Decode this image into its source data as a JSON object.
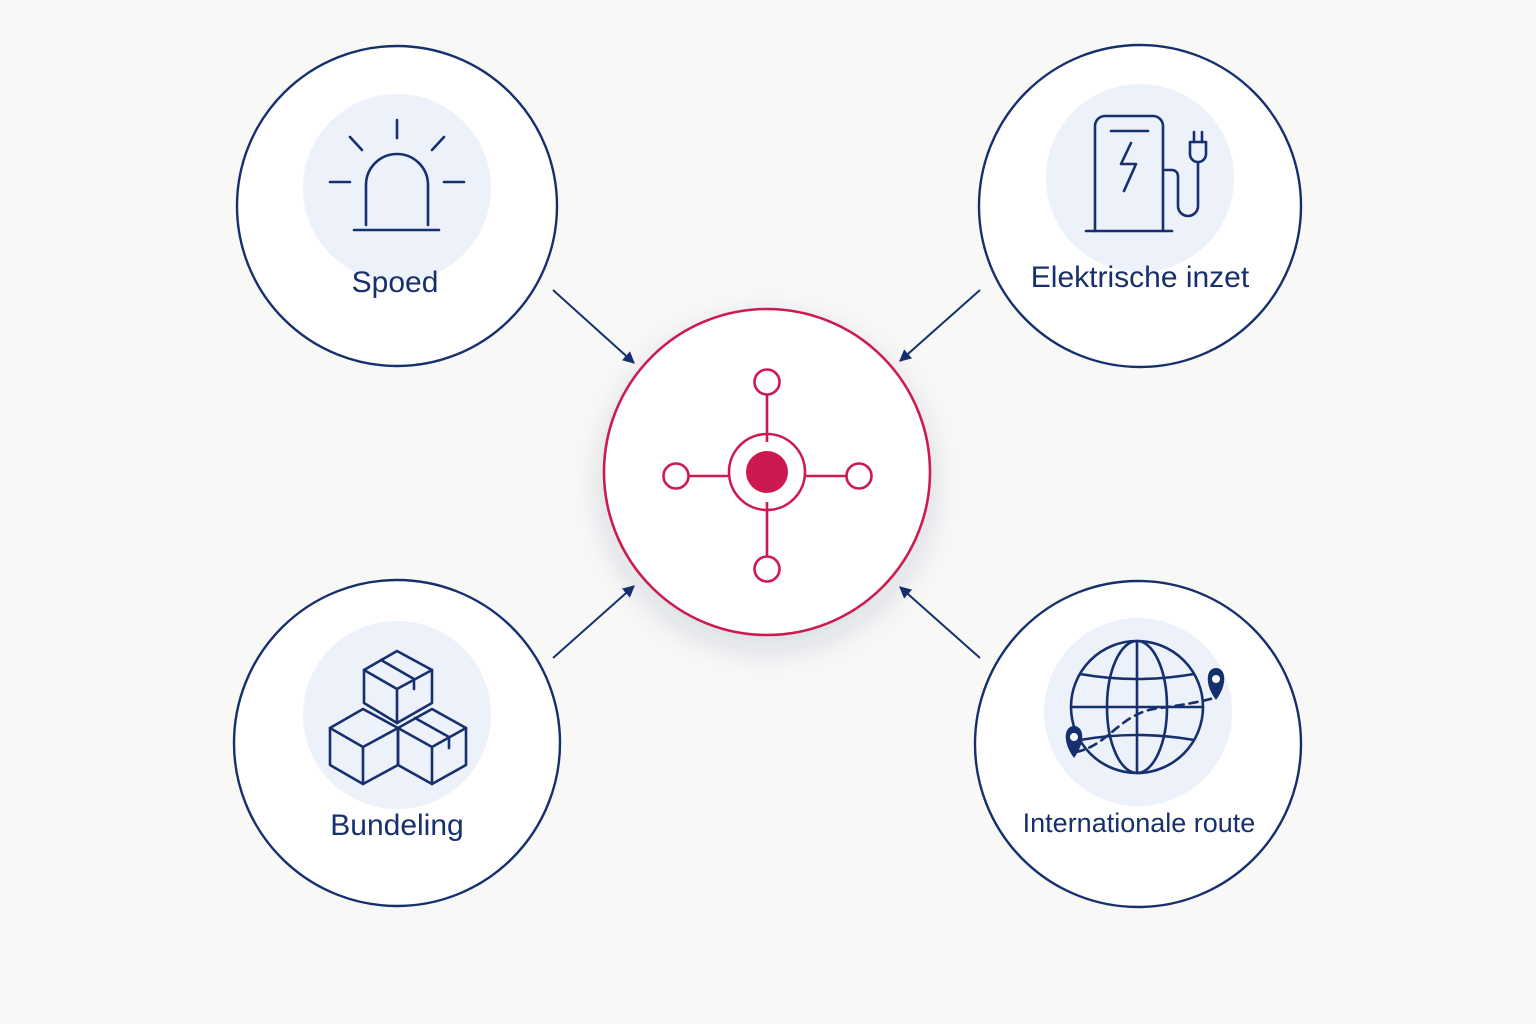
{
  "colors": {
    "background": "#f8f8f7",
    "navy": "#16306e",
    "accent": "#cc1a50",
    "icon_halo": "#edf1f9"
  },
  "hub": {
    "icon": "network-hub-icon"
  },
  "nodes": {
    "spoed": {
      "label": "Spoed",
      "icon": "alarm-light-icon"
    },
    "elektrische": {
      "label": "Elektrische inzet",
      "icon": "ev-charger-icon"
    },
    "bundeling": {
      "label": "Bundeling",
      "icon": "stacked-boxes-icon"
    },
    "internationaal": {
      "label": "Internationale route",
      "icon": "globe-route-icon"
    }
  }
}
